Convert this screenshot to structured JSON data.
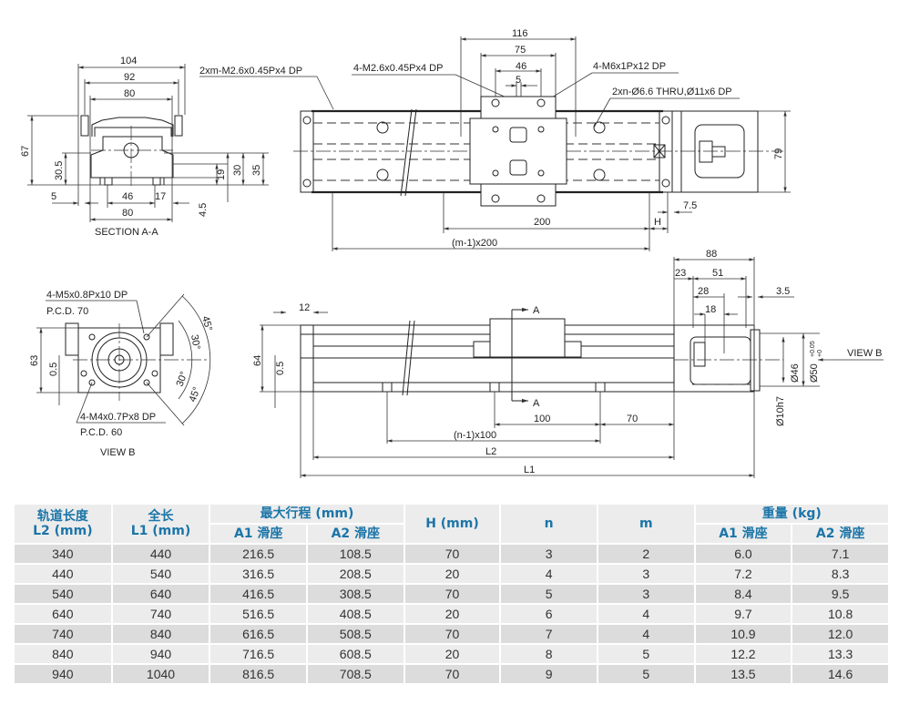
{
  "views": {
    "section_aa": {
      "title": "SECTION A-A",
      "dims": {
        "w104": "104",
        "w92": "92",
        "w80_top": "80",
        "h67": "67",
        "h30_5": "30.5",
        "h19": "19",
        "h30": "30",
        "h35": "35",
        "w5": "5",
        "w46": "46",
        "w17": "17",
        "w80_bottom": "80",
        "h4_5": "4.5"
      }
    },
    "top_view": {
      "callouts": {
        "carriage_thread": "2xm-M2.6x0.45Px4 DP",
        "slider_small_thread": "4-M2.6x0.45Px4 DP",
        "slider_thread": "4-M6x1Px12 DP",
        "mount_holes": "2xn-Ø6.6 THRU,Ø11x6 DP"
      },
      "dims": {
        "w116": "116",
        "w75": "75",
        "w46": "46",
        "w5": "5",
        "h79": "79",
        "d200": "200",
        "dH": "H",
        "d7_5": "7.5",
        "dm": "(m-1)x200"
      }
    },
    "view_b": {
      "title": "VIEW B",
      "callout_top": "4-M5x0.8Px10 DP",
      "pcd_top": "P.C.D. 70",
      "callout_bottom": "4-M4x0.7Px8 DP",
      "pcd_bottom": "P.C.D. 60",
      "dims": {
        "h63": "63",
        "h0_5": "0.5",
        "a45_top": "45°",
        "a30_top": "30°",
        "a30_bot": "30°",
        "a45_bot": "45°"
      }
    },
    "side_view": {
      "section_marker": "A",
      "view_arrow": "VIEW B",
      "dims": {
        "h64": "64",
        "h0_5": "0.5",
        "w12": "12",
        "w88": "88",
        "w23": "23",
        "w51": "51",
        "w28": "28",
        "w18": "18",
        "w3_5": "3.5",
        "d46": "Ø46",
        "d50": "Ø50",
        "d50_tol_up": "+0.05",
        "d50_tol_low": "+0",
        "d10": "Ø10h7",
        "p100": "100",
        "p70": "70",
        "pn": "(n-1)x100",
        "L2": "L2",
        "L1": "L1"
      }
    }
  },
  "table": {
    "headers": {
      "rail_length": "轨道长度",
      "rail_length_unit": "L2 (mm)",
      "total_length": "全长",
      "total_length_unit": "L1 (mm)",
      "max_stroke": "最大行程 (mm)",
      "a1": "A1 滑座",
      "a2": "A2 滑座",
      "h": "H (mm)",
      "n": "n",
      "m": "m",
      "weight": "重量 (kg)",
      "wa1": "A1 滑座",
      "wa2": "A2 滑座"
    },
    "rows": [
      [
        "340",
        "440",
        "216.5",
        "108.5",
        "70",
        "3",
        "2",
        "6.0",
        "7.1"
      ],
      [
        "440",
        "540",
        "316.5",
        "208.5",
        "20",
        "4",
        "3",
        "7.2",
        "8.3"
      ],
      [
        "540",
        "640",
        "416.5",
        "308.5",
        "70",
        "5",
        "3",
        "8.4",
        "9.5"
      ],
      [
        "640",
        "740",
        "516.5",
        "408.5",
        "20",
        "6",
        "4",
        "9.7",
        "10.8"
      ],
      [
        "740",
        "840",
        "616.5",
        "508.5",
        "70",
        "7",
        "4",
        "10.9",
        "12.0"
      ],
      [
        "840",
        "940",
        "716.5",
        "608.5",
        "20",
        "8",
        "5",
        "12.2",
        "13.3"
      ],
      [
        "940",
        "1040",
        "816.5",
        "708.5",
        "70",
        "9",
        "5",
        "13.5",
        "14.6"
      ]
    ]
  }
}
